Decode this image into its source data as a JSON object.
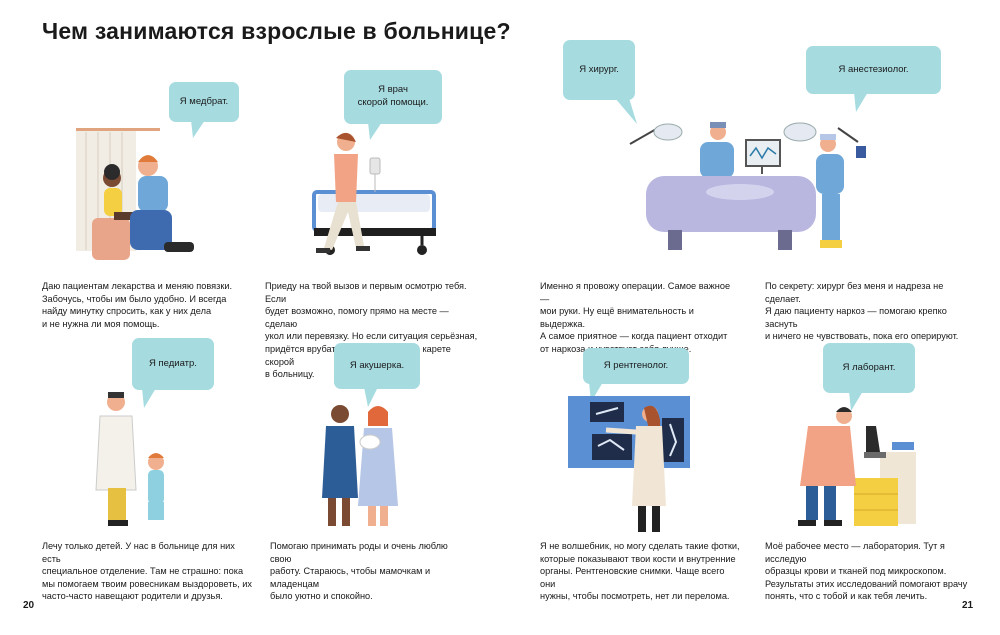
{
  "title": "Чем занимаются взрослые в больнице?",
  "colors": {
    "bubble": "#a6dbe0",
    "skin_shade": "#d9836a",
    "scrubs": "#6fa8d8",
    "bed": "#b9b7df",
    "xray_board": "#5b8fd4"
  },
  "pages": {
    "left": "20",
    "right": "21"
  },
  "cards": [
    {
      "id": "nurse",
      "bubble": "Я медбрат.",
      "illustration": "nurse-bandaging-child",
      "text": "Даю пациентам лекарства и меняю повязки.\nЗабочусь, чтобы им было удобно. И всегда\nнайду минутку спросить, как у них дела\nи не нужна ли моя помощь."
    },
    {
      "id": "paramedic",
      "bubble": "Я врач\nскорой помощи.",
      "illustration": "paramedic-with-stretcher",
      "text": "Приеду на твой вызов и первым осмотрю тебя. Если\nбудет возможно, помогу прямо на месте — сделаю\nукол или перевязку. Но если ситуация серьёзная,\nпридётся врубать мигалки и мчать в карете скорой\nв больницу."
    },
    {
      "id": "surgeon",
      "bubble": "Я хирург.",
      "illustration": "operating-room",
      "text": "Именно я провожу операции. Самое важное —\nмои руки. Ну ещё внимательность и выдержка.\nА самое приятное — когда пациент отходит\nот наркоза и чувствует себя лучше."
    },
    {
      "id": "anesthetist",
      "bubble": "Я анестезиолог.",
      "illustration": "anesthetist-at-table",
      "text": "По секрету: хирург без меня и надреза не сделает.\nЯ даю пациенту наркоз — помогаю крепко заснуть\nи ничего не чувствовать, пока его оперируют."
    },
    {
      "id": "pediatrician",
      "bubble": "Я педиатр.",
      "illustration": "pediatrician-with-child",
      "text": "Лечу только детей. У нас в больнице для них есть\nспециальное отделение. Там не страшно: пока\nмы помогаем твоим ровесникам выздороветь, их\nчасто-часто навещают родители и друзья."
    },
    {
      "id": "midwife",
      "bubble": "Я акушерка.",
      "illustration": "midwife-with-mother-and-baby",
      "text": "Помогаю принимать роды и очень люблю свою\nработу. Стараюсь, чтобы мамочкам и младенцам\nбыло уютно и спокойно."
    },
    {
      "id": "radiologist",
      "bubble": "Я рентгенолог.",
      "illustration": "radiologist-at-xray-board",
      "text": "Я не волшебник, но могу сделать такие фотки,\nкоторые показывают твои кости и внутренние\nорганы. Рентгеновские снимки. Чаще всего они\nнужны, чтобы посмотреть, нет ли перелома."
    },
    {
      "id": "lab",
      "bubble": "Я лаборант.",
      "illustration": "lab-technician-with-microscope",
      "text": "Моё рабочее место — лаборатория. Тут я исследую\nобразцы крови и тканей под микроскопом.\nРезультаты этих исследований помогают врачу\nпонять, что с тобой и как тебя лечить."
    }
  ]
}
